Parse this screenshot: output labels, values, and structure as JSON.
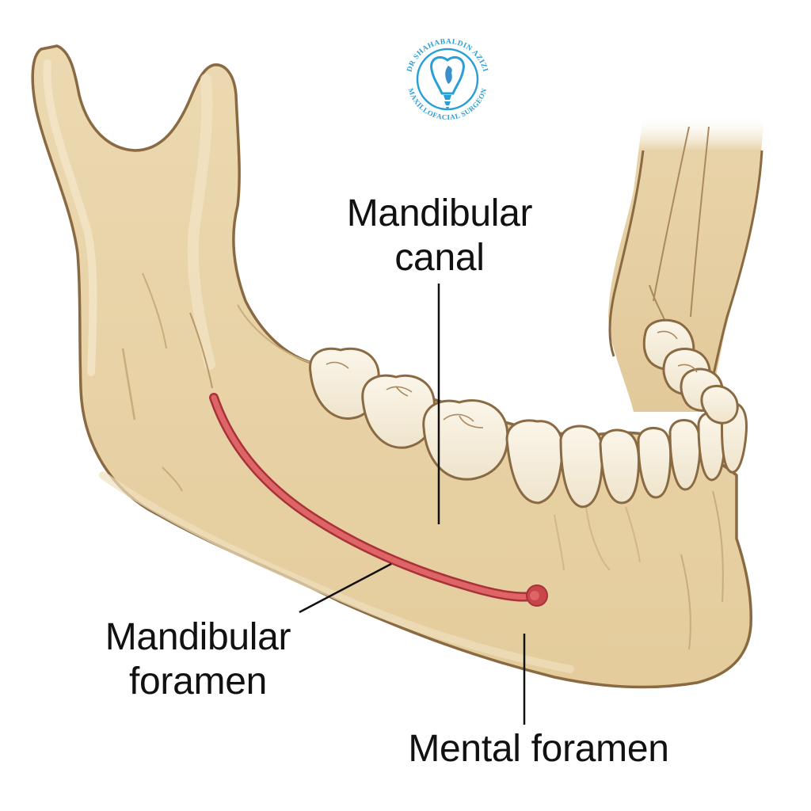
{
  "diagram": {
    "subject": "Lateral view of the human mandible",
    "logo": {
      "text_top": "DR SHAHABALDIN AZIZI",
      "text_bottom": "MAXILLOFACIAL SURGEON",
      "icon": "tooth-implant-icon",
      "color": "#2a9fd6"
    },
    "labels": [
      {
        "id": "mandibular-canal",
        "line1": "Mandibular",
        "line2": "canal"
      },
      {
        "id": "mandibular-foramen",
        "line1": "Mandibular",
        "line2": "foramen"
      },
      {
        "id": "mental-foramen",
        "line1": "Mental foramen"
      }
    ],
    "colors": {
      "bone": "#e8d3a8",
      "bone_light": "#f1e3c2",
      "bone_shadow": "#d6bd8d",
      "outline": "#8a6a43",
      "tooth": "#f6efdf",
      "canal": "#d9575a",
      "canal_dark": "#a8323a",
      "leader_line": "#111111"
    }
  }
}
